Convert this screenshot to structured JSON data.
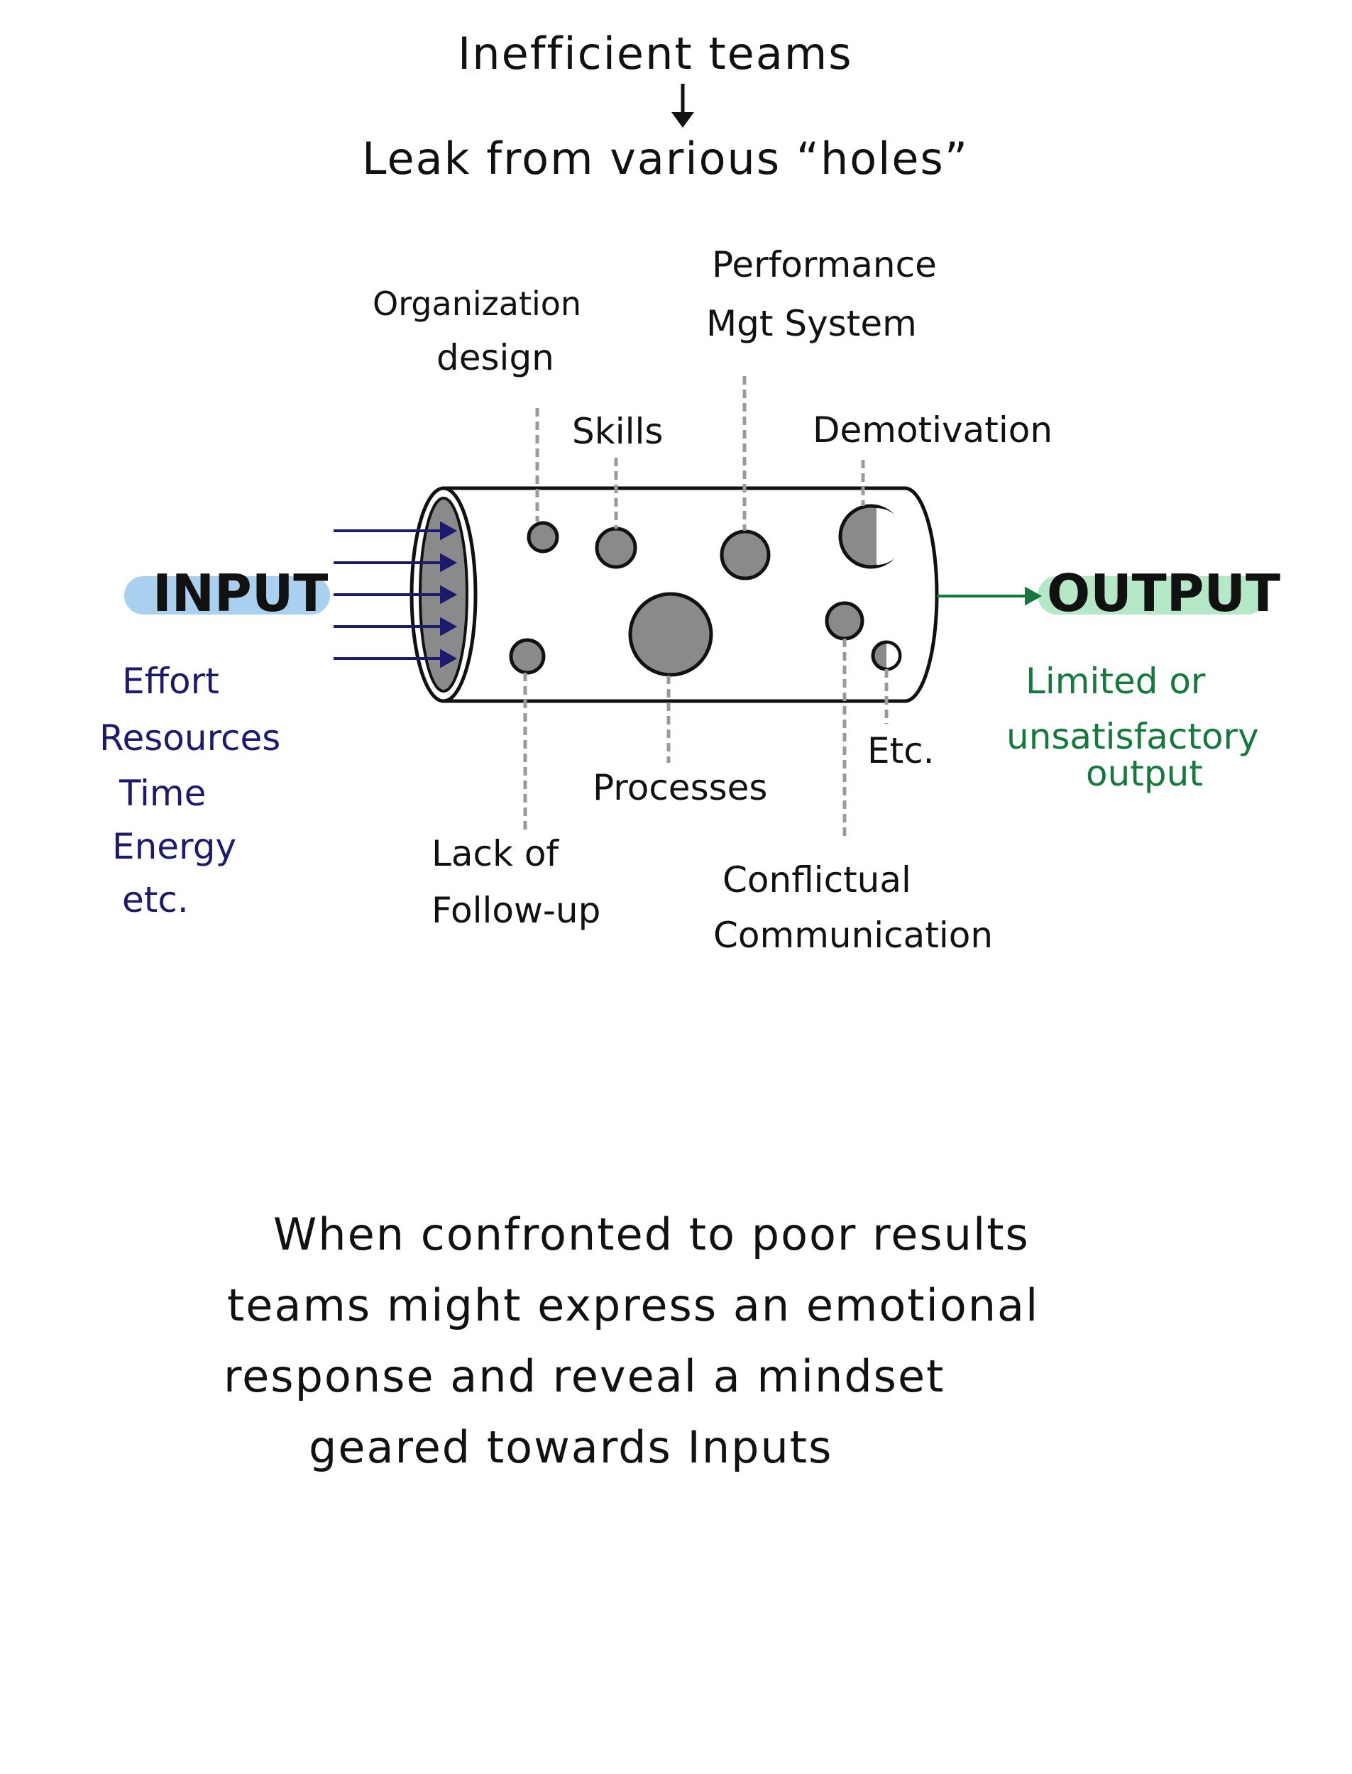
{
  "header": {
    "line1": "Inefficient teams",
    "line2": "Leak from various “holes”"
  },
  "input": {
    "label": "INPUT",
    "items": [
      "Effort",
      "Resources",
      "Time",
      "Energy",
      "etc."
    ]
  },
  "output": {
    "label": "OUTPUT",
    "lines": [
      "Limited or",
      "unsatisfactory",
      "output"
    ]
  },
  "holes": {
    "organization_design": [
      "Organization",
      "design"
    ],
    "skills": "Skills",
    "performance_mgt": [
      "Performance",
      "Mgt System"
    ],
    "demotivation": "Demotivation",
    "lack_of_follow_up": [
      "Lack of",
      "Follow-up"
    ],
    "processes": "Processes",
    "conflictual_communication": [
      "Conflictual",
      "Communication"
    ],
    "etc": "Etc."
  },
  "conclusion": [
    "When confronted to poor results",
    "teams might express an emotional",
    "response and reveal a mindset",
    "geared towards Inputs"
  ],
  "colors": {
    "input_highlight": "#a9d0ee",
    "output_highlight": "#b5e8c6",
    "input_text": "#1c1a6e",
    "output_text": "#137a3c",
    "hole_fill": "#8a8a8a",
    "leader_line": "#9a9a9a"
  }
}
